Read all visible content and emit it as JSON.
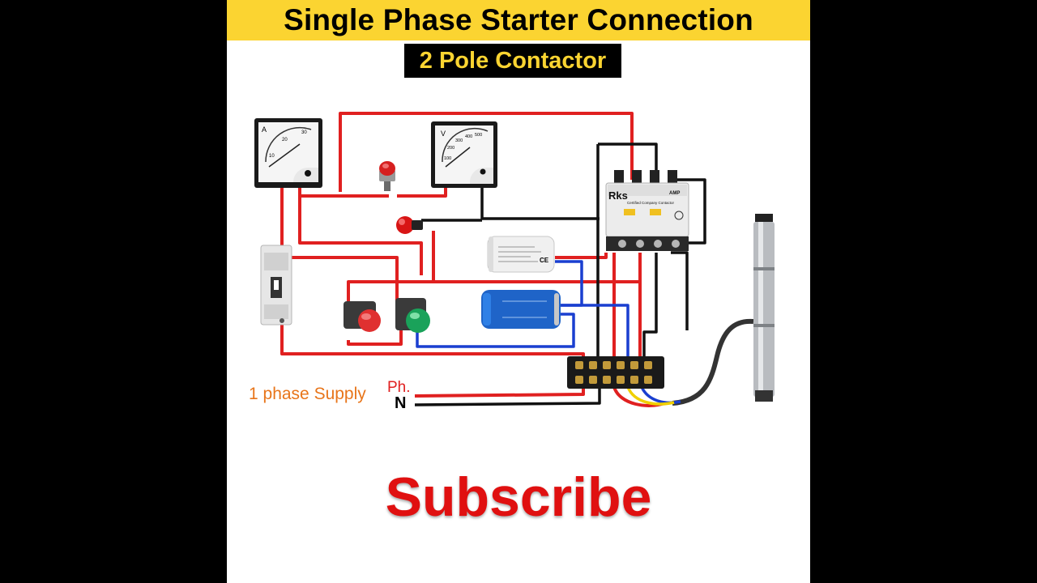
{
  "title": "Single Phase Starter Connection",
  "subtitle": "2 Pole Contactor",
  "labels": {
    "supply": "1 phase Supply",
    "phase": "Ph.",
    "neutral": "N"
  },
  "devices": {
    "ammeter": {
      "unit": "A",
      "scale": [
        "10",
        "20",
        "30"
      ]
    },
    "voltmeter": {
      "unit": "V",
      "scale": [
        "100",
        "200",
        "300",
        "400",
        "500"
      ]
    },
    "contactor": {
      "brand": "Rks",
      "rating": "AMP",
      "caption": "Certified Company Contactor"
    },
    "capacitor": {
      "marking": "CE"
    }
  },
  "wire_colors": {
    "red": "#e02020",
    "black": "#111111",
    "blue": "#1a3fd0",
    "yellow": "#f0d000"
  },
  "cta": "Subscribe",
  "colors": {
    "title_bar": "#fbd431",
    "subtitle_bg": "#000000",
    "subtitle_text": "#fbd431",
    "cta": "#e01010"
  }
}
